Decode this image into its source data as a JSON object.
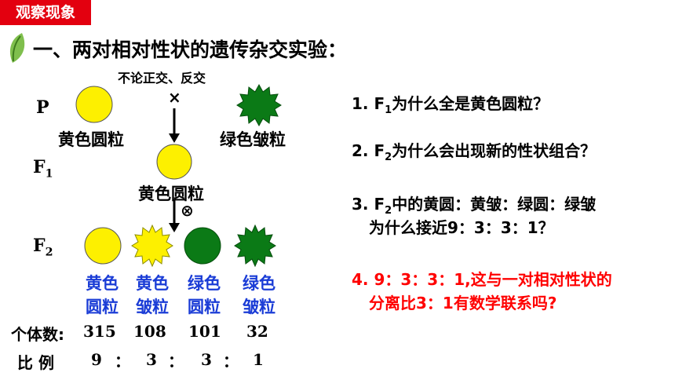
{
  "tag": "观察现象",
  "heading": "一、两对相对性状的遗传杂交实验：",
  "cross_note": "不论正交、反交",
  "cross_symbol": "×",
  "self_symbol": "⊗",
  "generations": {
    "p": "P",
    "f1_base": "F",
    "f1_sub": "1",
    "f2_base": "F",
    "f2_sub": "2"
  },
  "parents": {
    "left": "黄色圆粒",
    "right": "绿色皱粒"
  },
  "f1_label": "黄色圆粒",
  "f2_phenotypes": [
    {
      "line1": "黄色",
      "line2": "圆粒"
    },
    {
      "line1": "黄色",
      "line2": "皱粒"
    },
    {
      "line1": "绿色",
      "line2": "圆粒"
    },
    {
      "line1": "绿色",
      "line2": "皱粒"
    }
  ],
  "count_label": "个体数:",
  "counts": [
    "315",
    "108",
    "101",
    "32"
  ],
  "ratio_label": "比 例",
  "ratios": [
    "9",
    "3",
    "3",
    "1"
  ],
  "ratio_sep": "：",
  "questions": {
    "q1_pre": "1. F",
    "q1_sub": "1",
    "q1_post": "为什么全是黄色圆粒？",
    "q2_pre": "2. F",
    "q2_sub": "2",
    "q2_post": "为什么会出现新的性状组合？",
    "q3_pre": "3. F",
    "q3_sub": "2",
    "q3_post": "中的黄圆：黄皱：绿圆：绿皱",
    "q3_line2": "为什么接近9：3：3：1？",
    "q4_line1": "4. 9：3：3：1,这与一对相对性状的",
    "q4_line2": "分离比3：1有数学联系吗?"
  },
  "colors": {
    "yellow": "#fdf000",
    "green": "#0b7a16",
    "red": "#ff0000",
    "blue": "#1a3cd6",
    "tag_bg": "#e3000f"
  },
  "icons": {
    "leaf": "leaf-icon"
  }
}
